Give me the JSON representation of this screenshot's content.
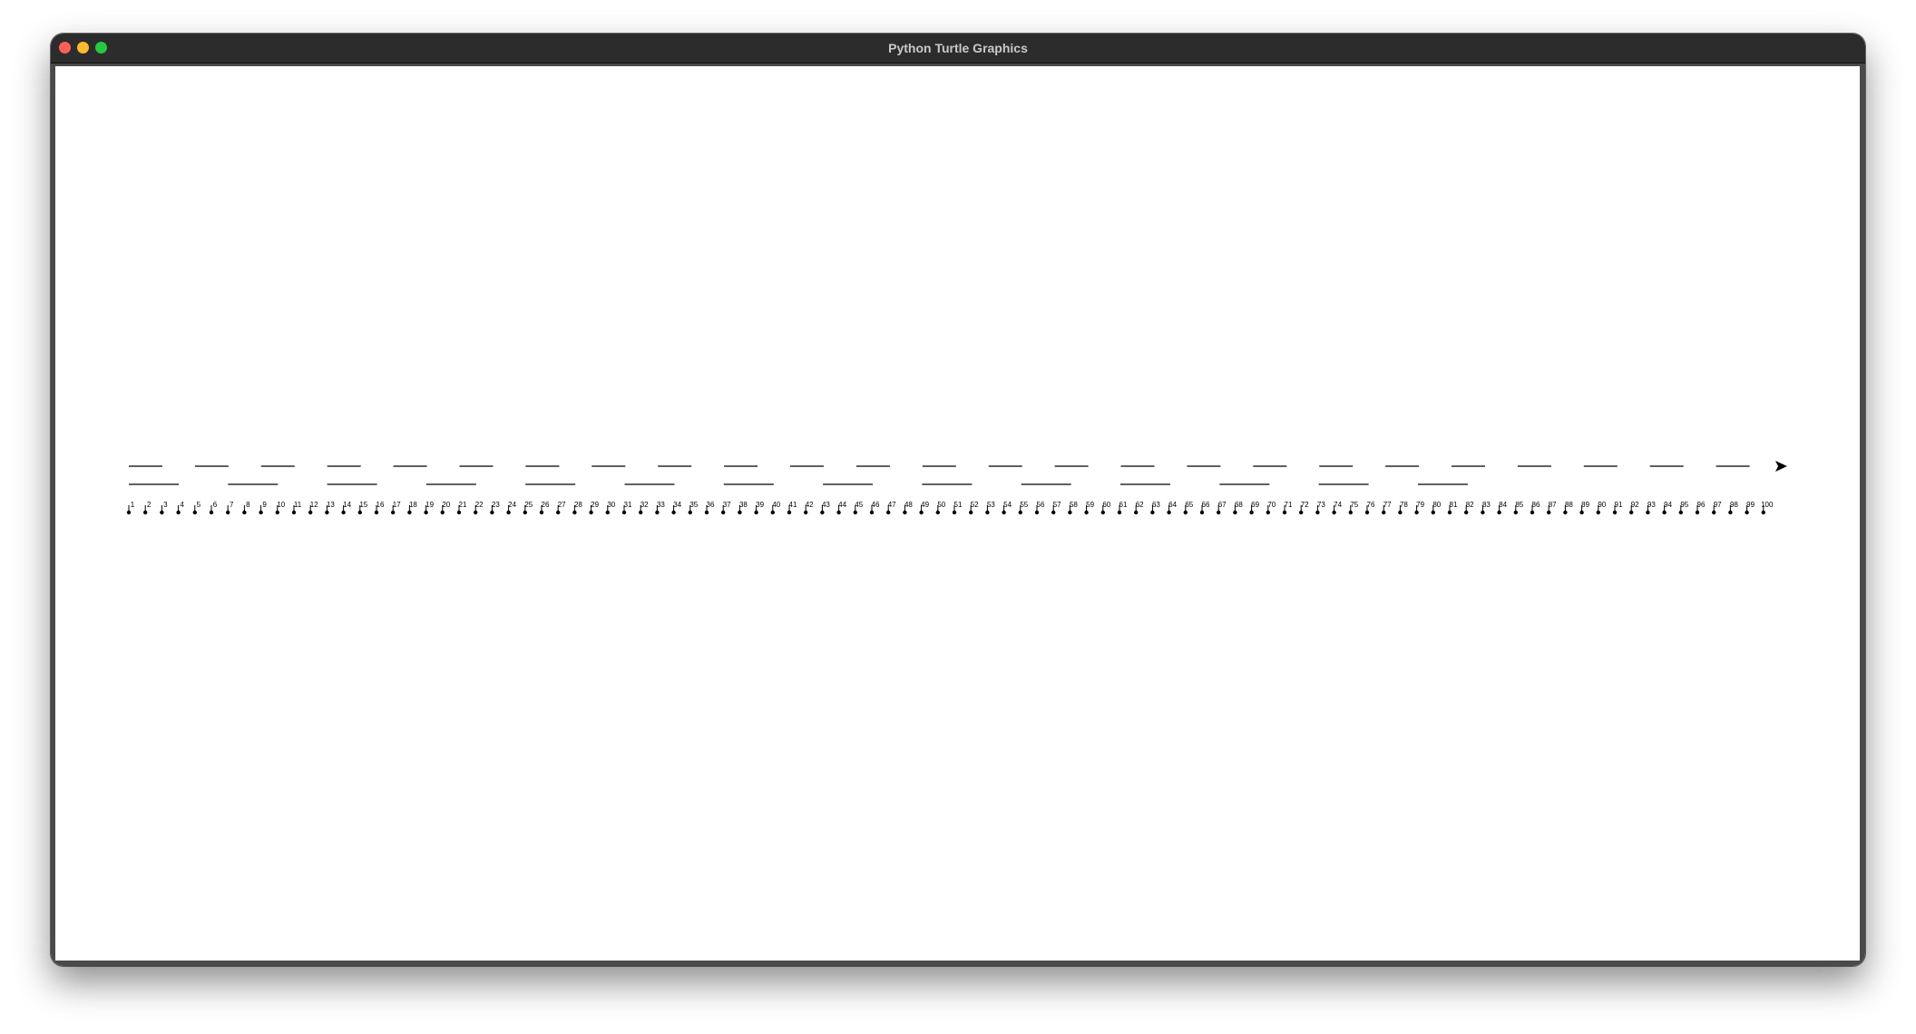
{
  "window": {
    "title": "Python Turtle Graphics"
  },
  "colors": {
    "titlebar": "#2c2c2c",
    "close": "#fe5f57",
    "minimize": "#febc2e",
    "maximize": "#28c840",
    "ink": "#000000"
  },
  "drawing": {
    "tick_numbers": [
      1,
      2,
      3,
      4,
      5,
      6,
      7,
      8,
      9,
      10,
      11,
      12,
      13,
      14,
      15,
      16,
      17,
      18,
      19,
      20,
      21,
      22,
      23,
      24,
      25,
      26,
      27,
      28,
      29,
      30,
      31,
      32,
      33,
      34,
      35,
      36,
      37,
      38,
      39,
      40,
      41,
      42,
      43,
      44,
      45,
      46,
      47,
      48,
      49,
      50,
      51,
      52,
      53,
      54,
      55,
      56,
      57,
      58,
      59,
      60,
      61,
      62,
      63,
      64,
      65,
      66,
      67,
      68,
      69,
      70,
      71,
      72,
      73,
      74,
      75,
      76,
      77,
      78,
      79,
      80,
      81,
      82,
      83,
      84,
      85,
      86,
      87,
      88,
      89,
      90,
      91,
      92,
      93,
      94,
      95,
      96,
      97,
      98,
      99,
      100
    ],
    "upper_dash_count": 25,
    "lower_dash_count": 14,
    "turtle_icon": "arrow-turtle-icon"
  }
}
